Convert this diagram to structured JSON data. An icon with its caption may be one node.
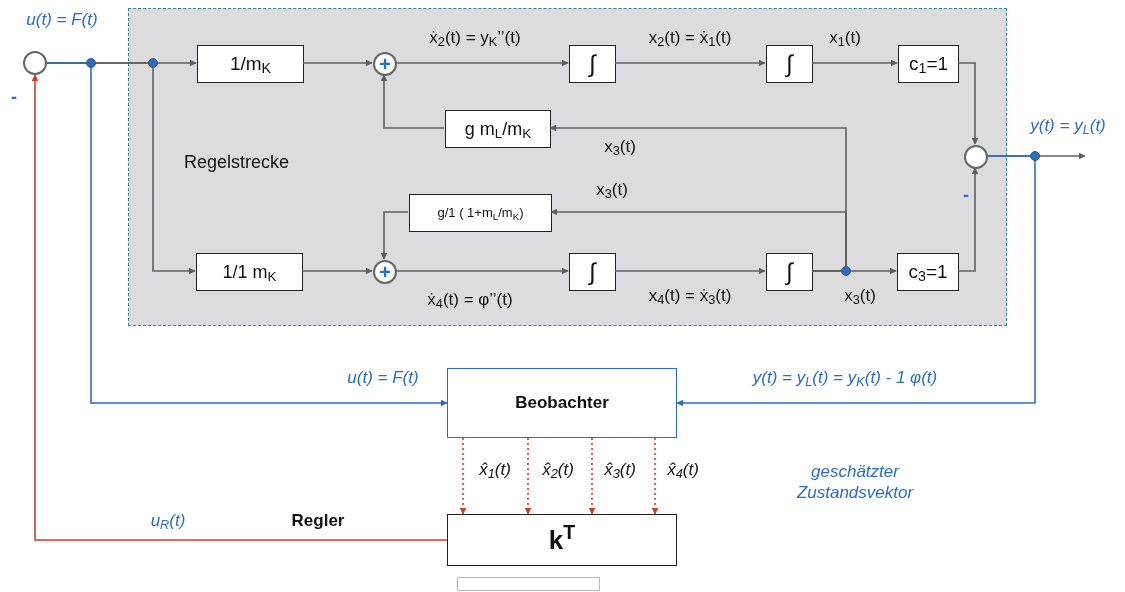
{
  "diagram": {
    "nodes": [
      {
        "text": [
          "Regelstrecke"
        ]
      },
      {
        "text": [],
        "shape": "circle"
      },
      {
        "text": [
          "1/m$_{K}$"
        ],
        "in": 0
      },
      {
        "text": [
          "+"
        ],
        "in": 0
      },
      {
        "text": [
          "∫"
        ],
        "in": 0
      },
      {
        "text": [
          "∫"
        ],
        "in": 0
      },
      {
        "text": [
          "c$_{1}$=1"
        ],
        "in": 0
      },
      {
        "text": [
          "g m$_{L}$/m$_{K}$"
        ],
        "in": 0
      },
      {
        "text": [
          "g/1 ( 1+m$_{L}$/m$_{K}$)"
        ],
        "in": 0
      },
      {
        "text": [
          "1/1 m$_{K}$"
        ],
        "in": 0
      },
      {
        "text": [
          "+"
        ],
        "in": 0
      },
      {
        "text": [
          "∫"
        ],
        "in": 0
      },
      {
        "text": [
          "∫"
        ],
        "in": 0
      },
      {
        "text": [
          "c$_{3}$=1"
        ],
        "in": 0
      },
      {
        "text": [],
        "shape": "circle",
        "in": 0
      },
      {
        "text": [
          "Beobachter"
        ]
      },
      {
        "text": [
          "k$^{T}$"
        ]
      },
      {
        "text": [],
        "shape": "box"
      }
    ],
    "edges": [
      {
        "from": 1,
        "to": 2,
        "arrow": "to"
      },
      {
        "from": 1,
        "to": 9,
        "arrow": "to"
      },
      {
        "from": 1,
        "to": 15,
        "arrow": "to",
        "label": "u(t) = F(t)",
        "color": "#2a6ebb"
      },
      {
        "from": 2,
        "to": 3,
        "arrow": "to"
      },
      {
        "from": 3,
        "to": 4,
        "arrow": "to",
        "label": "ẋ$_{2}$(t) = y$_{K}$’’(t)"
      },
      {
        "from": 4,
        "to": 5,
        "arrow": "to",
        "label": "x$_{2}$(t) = ẋ$_{1}$(t)"
      },
      {
        "from": 5,
        "to": 6,
        "arrow": "to",
        "label": "x$_{1}$(t)"
      },
      {
        "from": 6,
        "to": 14,
        "arrow": "to"
      },
      {
        "from": 9,
        "to": 10,
        "arrow": "to"
      },
      {
        "from": 10,
        "to": 11,
        "arrow": "to",
        "label": "ẋ$_{4}$(t) = φ’’(t)"
      },
      {
        "from": 11,
        "to": 12,
        "arrow": "to",
        "label": "x$_{4}$(t) = ẋ$_{3}$(t)"
      },
      {
        "from": 12,
        "to": 13,
        "arrow": "to",
        "label": "x$_{3}$(t)"
      },
      {
        "from": 13,
        "to": 14,
        "arrow": "to"
      },
      {
        "from": 12,
        "to": 7,
        "arrow": "to",
        "label": "x$_{3}$(t)"
      },
      {
        "from": 12,
        "to": 8,
        "arrow": "to",
        "label": "x$_{3}$(t)"
      },
      {
        "from": 7,
        "to": 3,
        "arrow": "to"
      },
      {
        "from": 8,
        "to": 10,
        "arrow": "to"
      },
      {
        "from": 14,
        "to": null,
        "arrow": "to"
      },
      {
        "from": 14,
        "to": 15,
        "arrow": "to",
        "label": "y(t) = y$_{L}$(t) = y$_{K}$(t)  - 1  φ(t)",
        "color": "#2a6ebb"
      },
      {
        "from": 15,
        "to": 16,
        "arrow": "to",
        "label": "x̂$_{1}$(t)",
        "style": "dashed",
        "color": "#c8412b"
      },
      {
        "from": 15,
        "to": 16,
        "arrow": "to",
        "label": "x̂$_{2}$(t)",
        "style": "dashed",
        "color": "#c8412b"
      },
      {
        "from": 15,
        "to": 16,
        "arrow": "to",
        "label": "x̂$_{3}$(t)",
        "style": "dashed",
        "color": "#c8412b"
      },
      {
        "from": 15,
        "to": 16,
        "arrow": "to",
        "label": "x̂$_{4}$(t)",
        "style": "dashed",
        "color": "#c8412b"
      },
      {
        "from": 16,
        "to": 1,
        "arrow": "to",
        "label": "u$_{R}$(t)",
        "color": "#c8412b"
      }
    ],
    "labels": [
      "u(t) = F(t)",
      "-",
      "y(t) = y$_{L}$(t)",
      "-",
      "geschätzter Zustandsvektor",
      "Regler"
    ]
  }
}
